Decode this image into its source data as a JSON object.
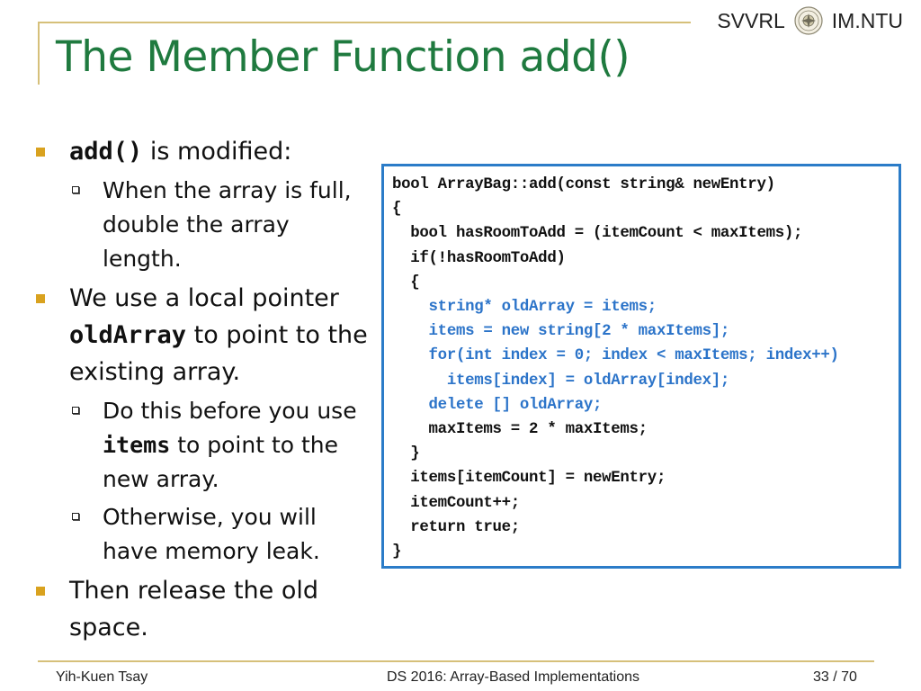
{
  "header": {
    "lab": "SVVRL",
    "org": "IM.NTU"
  },
  "slide": {
    "title": "The Member Function add()"
  },
  "bullets": {
    "b1": {
      "code": "add()",
      "text": " is modified:"
    },
    "b1_1": {
      "text": "When the array is full, double the array length."
    },
    "b2": {
      "pre": "We use a local pointer ",
      "code": "oldArray",
      "post": " to point to the existing array."
    },
    "b2_1": {
      "pre": "Do this before you use ",
      "code": "items",
      "post": " to point to the new array."
    },
    "b2_2": {
      "text": "Otherwise, you will have memory leak."
    },
    "b3": {
      "text": "Then release the old space."
    }
  },
  "code": {
    "lines": [
      "bool ArrayBag::add(const string& newEntry)",
      "{",
      "  bool hasRoomToAdd = (itemCount < maxItems);",
      "  if(!hasRoomToAdd)",
      "  {",
      "    string* oldArray = items;",
      "    items = new string[2 * maxItems];",
      "    for(int index = 0; index < maxItems; index++)",
      "      items[index] = oldArray[index];",
      "    delete [] oldArray;",
      "    maxItems = 2 * maxItems;",
      "  }",
      "  items[itemCount] = newEntry;",
      "  itemCount++;",
      "  return true;",
      "}"
    ],
    "highlight_color": "#2c74c9"
  },
  "footer": {
    "author": "Yih-Kuen Tsay",
    "course": "DS 2016: Array-Based Implementations",
    "page": "33 / 70"
  },
  "colors": {
    "title": "#1f7a3f",
    "accent_rule": "#d6c07a",
    "bullet": "#d9a21f",
    "code_border": "#2b7cc8"
  }
}
